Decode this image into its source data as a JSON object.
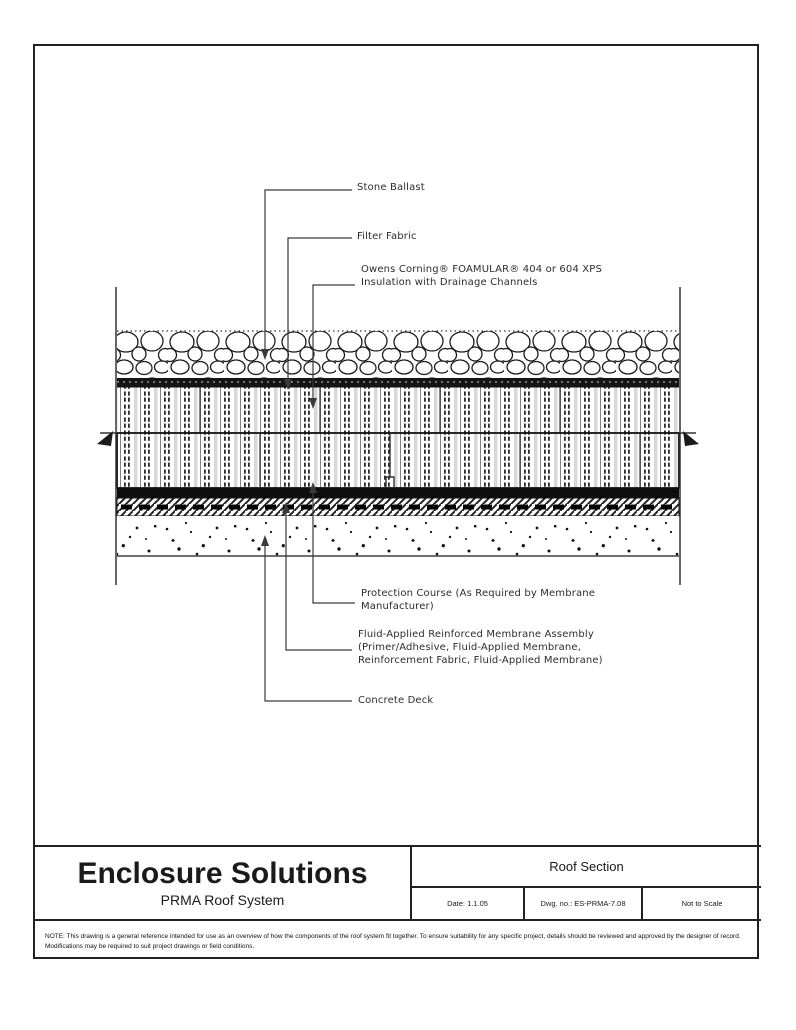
{
  "title_block": {
    "company": "Enclosure Solutions",
    "system": "PRMA Roof System",
    "drawing_title": "Roof Section",
    "date": "Date: 1.1.05",
    "dwg_no": "Dwg. no.: ES-PRMA-7.08",
    "scale": "Not to Scale"
  },
  "callouts": [
    {
      "id": "stone-ballast",
      "text": "Stone Ballast"
    },
    {
      "id": "filter-fabric",
      "text": "Filter Fabric"
    },
    {
      "id": "xps-insulation",
      "text": "Owens Corning® FOAMULAR® 404 or 604 XPS Insulation with Drainage Channels"
    },
    {
      "id": "protection-course",
      "text": "Protection Course (As Required by Membrane Manufacturer)"
    },
    {
      "id": "membrane-assembly",
      "text": "Fluid-Applied Reinforced Membrane Assembly (Primer/Adhesive, Fluid-Applied Membrane, Reinforcement Fabric, Fluid-Applied Membrane)"
    },
    {
      "id": "concrete-deck",
      "text": "Concrete Deck"
    }
  ],
  "note": "NOTE: This drawing is a general reference intended for use as an overview of how the components of the roof system fit together. To ensure suitability for any specific project, details should be reviewed and approved by the designer of record. Modifications may be required to suit project drawings or field conditions.",
  "colors": {
    "ink": "#1a1a1a",
    "paper": "#ffffff"
  }
}
